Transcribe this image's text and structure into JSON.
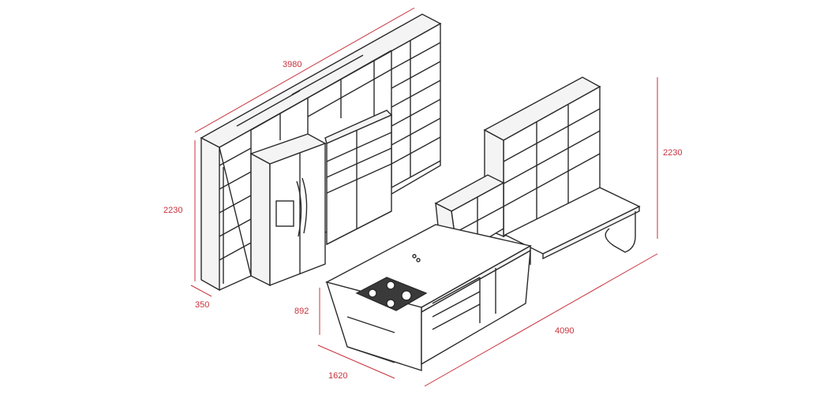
{
  "dimensions": {
    "wall_length": "3980",
    "wall_height": "2230",
    "wall_depth": "350",
    "tower_height": "2230",
    "island_height": "892",
    "island_depth": "1620",
    "island_length": "4090"
  },
  "colors": {
    "line": "#2a2a2a",
    "panel_fill": "#f4f4f4",
    "shelf_face": "#ffffff",
    "dimension": "#c8323c",
    "stove": "#3a3a3a"
  }
}
